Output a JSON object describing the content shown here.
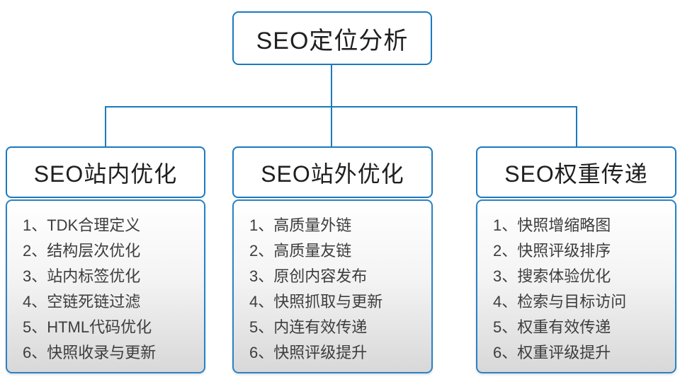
{
  "diagram": {
    "root": {
      "label": "SEO定位分析"
    },
    "columns": [
      {
        "title": "SEO站内优化",
        "items": [
          "1、TDK合理定义",
          "2、结构层次优化",
          "3、站内标签优化",
          "4、空链死链过滤",
          "5、HTML代码优化",
          "6、快照收录与更新"
        ]
      },
      {
        "title": "SEO站外优化",
        "items": [
          "1、高质量外链",
          "2、高质量友链",
          "3、原创内容发布",
          "4、快照抓取与更新",
          "5、内连有效传递",
          "6、快照评级提升"
        ]
      },
      {
        "title": "SEO权重传递",
        "items": [
          "1、快照增缩略图",
          "2、快照评级排序",
          "3、搜索体验优化",
          "4、检索与目标访问",
          "5、权重有效传递",
          "6、权重评级提升"
        ]
      }
    ],
    "colors": {
      "connector": "#1b79bf",
      "node_border": "#1b79bf",
      "panel_gradient_top": "#ffffff",
      "panel_gradient_bottom": "#d8d8d8",
      "title_text": "#1f1f1f",
      "item_text": "#3d3d3d"
    }
  }
}
